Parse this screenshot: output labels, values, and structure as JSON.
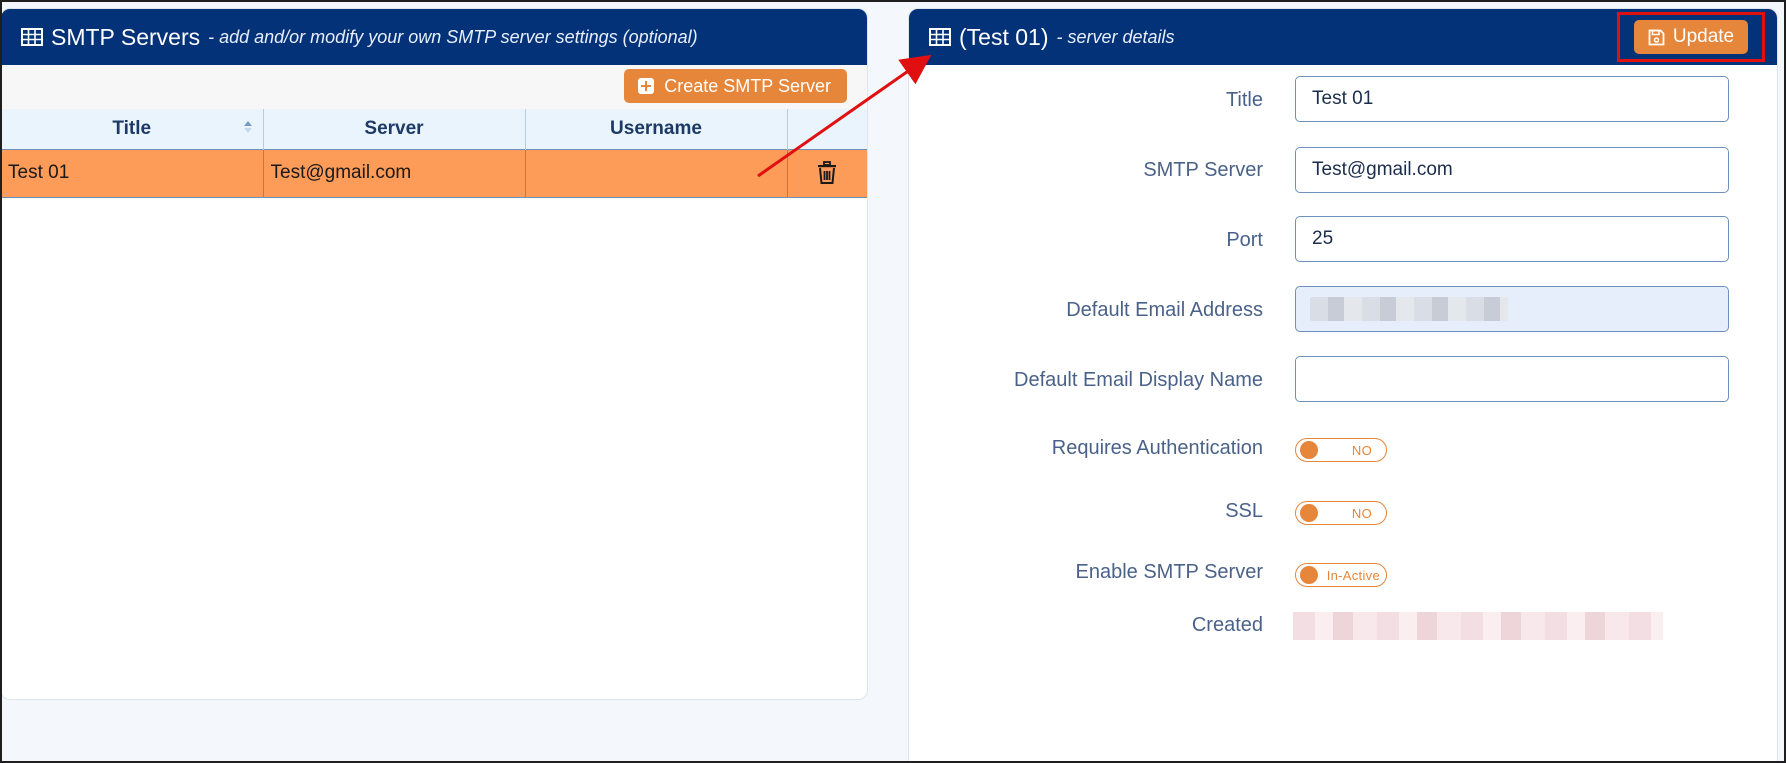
{
  "left_panel": {
    "title": "SMTP Servers",
    "subtitle": "- add and/or modify your own SMTP server settings (optional)",
    "create_button_label": "Create SMTP Server",
    "table": {
      "columns": [
        "Title",
        "Server",
        "Username",
        ""
      ],
      "rows": [
        {
          "title": "Test 01",
          "server": "Test@gmail.com",
          "username": ""
        }
      ]
    }
  },
  "right_panel": {
    "title": "(Test 01)",
    "subtitle": "- server details",
    "update_button_label": "Update",
    "fields": {
      "title": {
        "label": "Title",
        "value": "Test 01"
      },
      "smtp_server": {
        "label": "SMTP Server",
        "value": "Test@gmail.com"
      },
      "port": {
        "label": "Port",
        "value": "25"
      },
      "default_email": {
        "label": "Default Email Address",
        "value": ""
      },
      "display_name": {
        "label": "Default Email Display Name",
        "value": ""
      },
      "requires_auth": {
        "label": "Requires Authentication",
        "state": "NO"
      },
      "ssl": {
        "label": "SSL",
        "state": "NO"
      },
      "enable_smtp": {
        "label": "Enable SMTP Server",
        "state": "In-Active"
      },
      "created": {
        "label": "Created"
      }
    }
  },
  "colors": {
    "header_bg": "#033279",
    "accent_orange": "#e5863a",
    "selected_row": "#fd9b58",
    "highlight_red": "#e01010",
    "label_blue": "#4a6289"
  },
  "icons": [
    "grid-icon",
    "plus-icon",
    "trash-icon",
    "save-icon",
    "sort-icon"
  ]
}
